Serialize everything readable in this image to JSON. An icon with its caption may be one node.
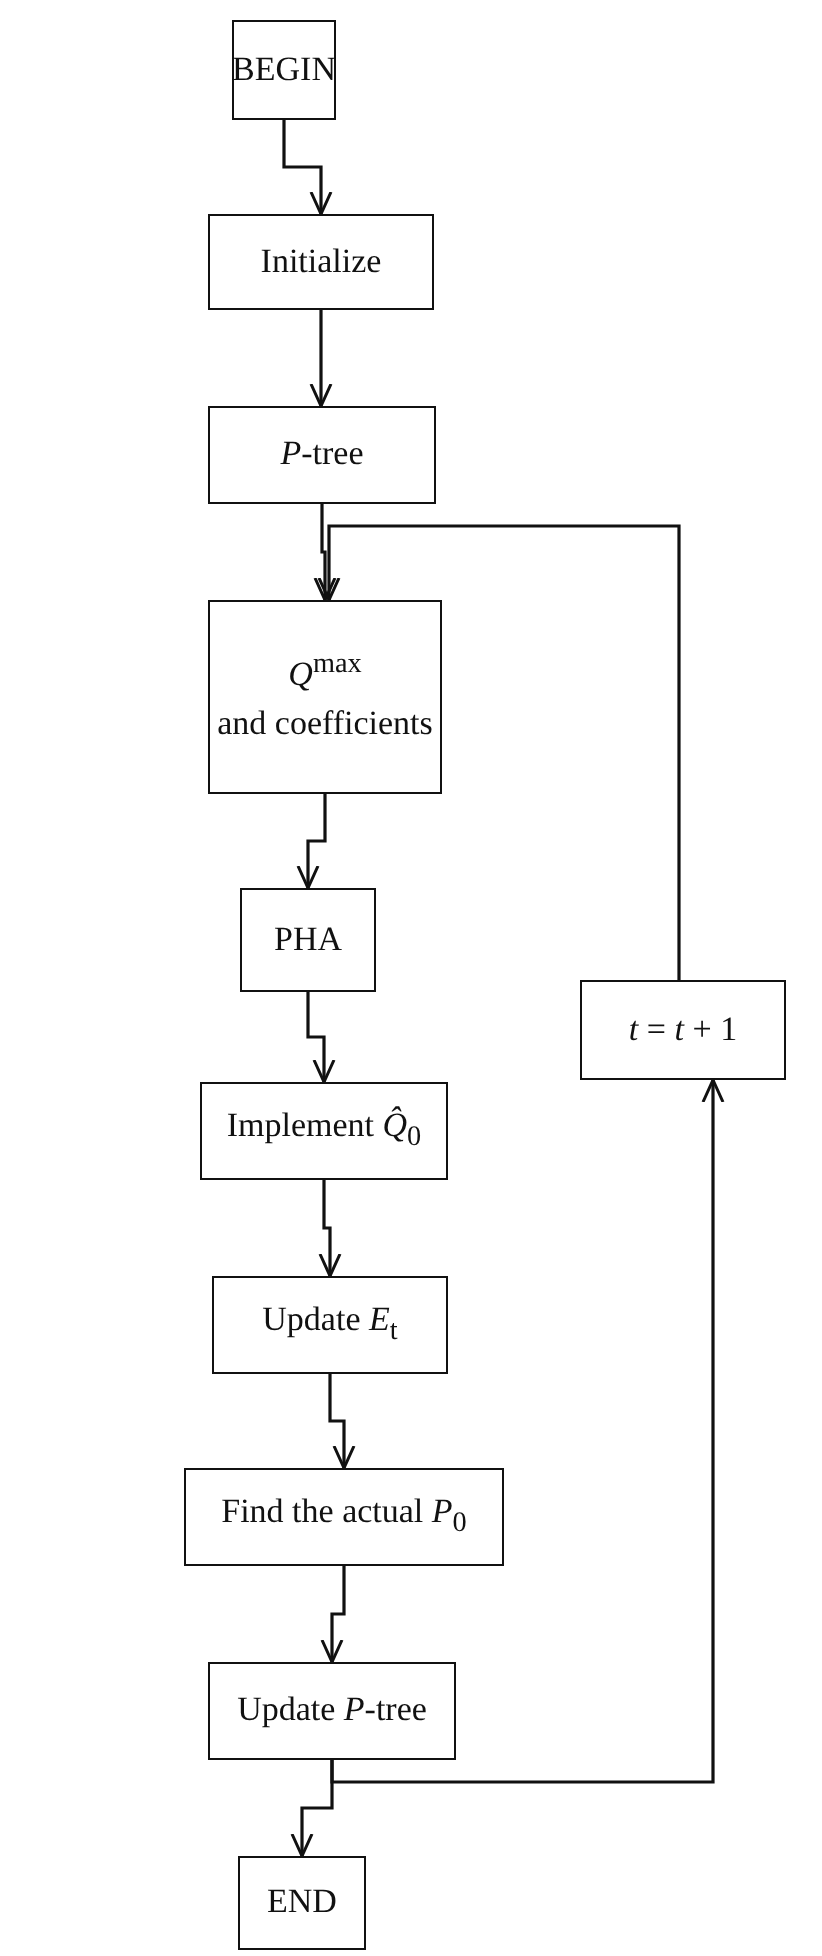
{
  "diagram": {
    "nodes": [
      {
        "text": [
          "BEGIN"
        ]
      },
      {
        "text": [
          "Initialize"
        ]
      },
      {
        "text": [
          "*P*-tree"
        ]
      },
      {
        "text": [
          "*Q*$^{max}$",
          "and coefficients"
        ]
      },
      {
        "text": [
          "PHA"
        ]
      },
      {
        "text": [
          "Implement *Q̂*$_{0}$"
        ]
      },
      {
        "text": [
          "Update *E*$_{t}$"
        ]
      },
      {
        "text": [
          "Find the actual *P*$_{0}$"
        ]
      },
      {
        "text": [
          "Update *P*-tree"
        ]
      },
      {
        "text": [
          "END"
        ]
      },
      {
        "text": [
          "*t* = *t* + 1"
        ]
      }
    ],
    "edges": [
      {
        "from": 0,
        "to": 1,
        "arrow": "to"
      },
      {
        "from": 1,
        "to": 2,
        "arrow": "to"
      },
      {
        "from": 2,
        "to": 3,
        "arrow": "to"
      },
      {
        "from": 3,
        "to": 4,
        "arrow": "to"
      },
      {
        "from": 4,
        "to": 5,
        "arrow": "to"
      },
      {
        "from": 5,
        "to": 6,
        "arrow": "to"
      },
      {
        "from": 6,
        "to": 7,
        "arrow": "to"
      },
      {
        "from": 7,
        "to": 8,
        "arrow": "to"
      },
      {
        "from": 8,
        "to": 9,
        "arrow": "to"
      },
      {
        "from": 8,
        "to": 10,
        "arrow": "to"
      },
      {
        "from": 10,
        "to": 3,
        "arrow": "to"
      }
    ]
  }
}
